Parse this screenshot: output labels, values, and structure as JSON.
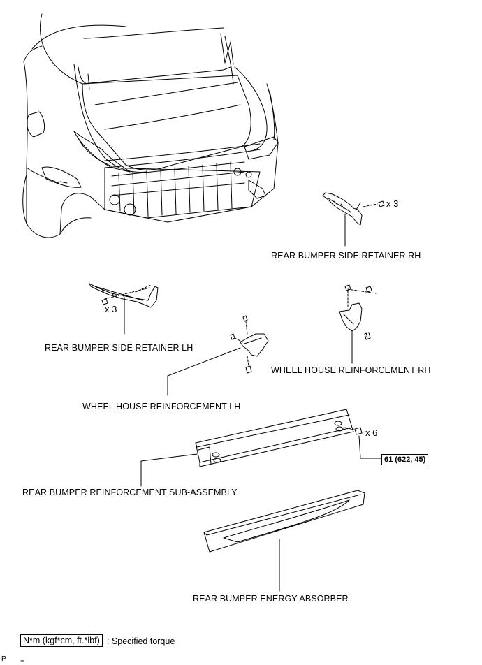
{
  "labels": {
    "side_retainer_rh": "REAR BUMPER SIDE RETAINER RH",
    "side_retainer_lh": "REAR BUMPER SIDE RETAINER LH",
    "wheel_house_rh": "WHEEL HOUSE REINFORCEMENT RH",
    "wheel_house_lh": "WHEEL HOUSE REINFORCEMENT LH",
    "bumper_reinforcement": "REAR BUMPER REINFORCEMENT SUB-ASSEMBLY",
    "energy_absorber": "REAR BUMPER ENERGY ABSORBER"
  },
  "quantities": {
    "side_retainer_rh": "x 3",
    "side_retainer_lh": "x 3",
    "reinforcement_nuts": "x 6"
  },
  "torque": {
    "value": "61 (622, 45)"
  },
  "legend": {
    "unit": "N*m (kgf*cm, ft.*lbf)",
    "description": ": Specified torque"
  },
  "corner_mark": "P"
}
